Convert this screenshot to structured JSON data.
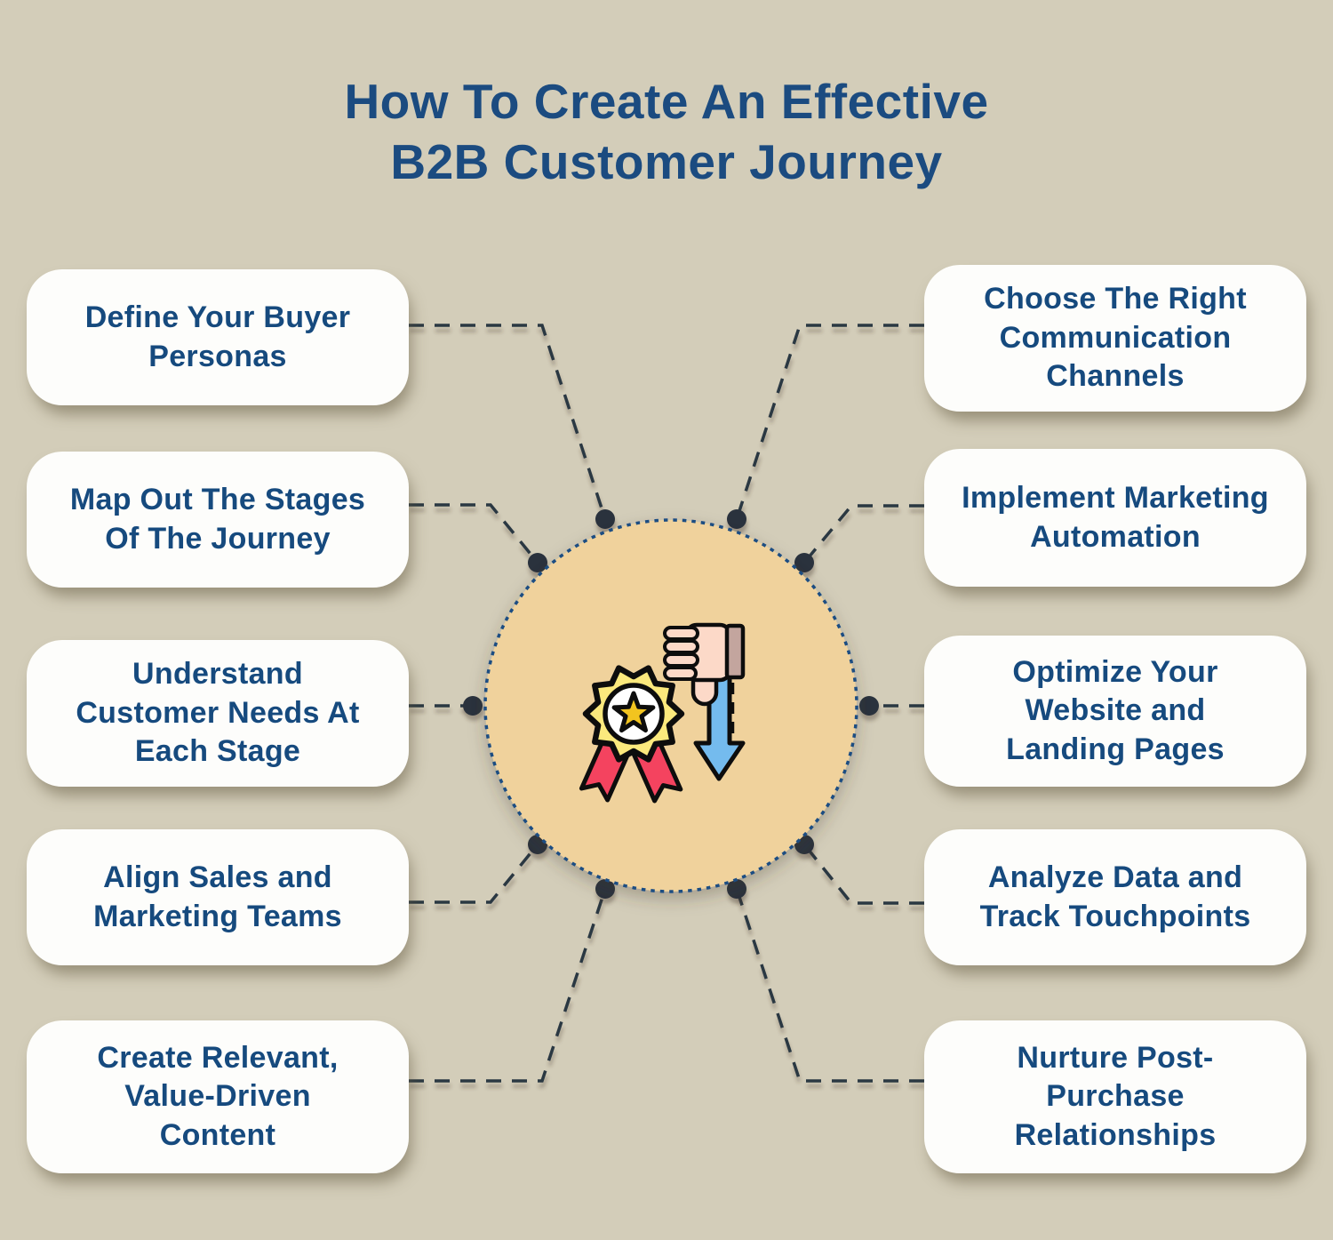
{
  "title": "How To Create An Effective\nB2B Customer Journey",
  "steps": {
    "left": [
      "Define Your Buyer\nPersonas",
      "Map Out The Stages\nOf The Journey",
      "Understand\nCustomer Needs At\nEach Stage",
      "Align Sales and\nMarketing Teams",
      "Create Relevant,\nValue-Driven\nContent"
    ],
    "right": [
      "Choose The Right\nCommunication\nChannels",
      "Implement Marketing\nAutomation",
      "Optimize Your\nWebsite and\nLanding Pages",
      "Analyze Data and\nTrack Touchpoints",
      "Nurture Post-\nPurchase\nRelationships"
    ]
  },
  "center": {
    "icon": "award-badge-with-thumbs-down-and-falling-arrow"
  },
  "colors": {
    "background": "#d3cdb9",
    "card_background": "#fdfdfb",
    "text": "#164a7e",
    "title_text": "#1b4b80",
    "center_circle_fill": "#f0d29c",
    "center_circle_border": "#1d4d82",
    "connector_line": "#2b3743",
    "connector_dot": "#29323d",
    "badge_yellow": "#fbe97d",
    "star_gold": "#f2c41f",
    "ribbon_red": "#f4435f",
    "hand_skin": "#fcd9c8",
    "sleeve_cuff": "#c3a59e",
    "arrow_blue": "#74bbee",
    "icon_outline": "#0d0d0d"
  }
}
